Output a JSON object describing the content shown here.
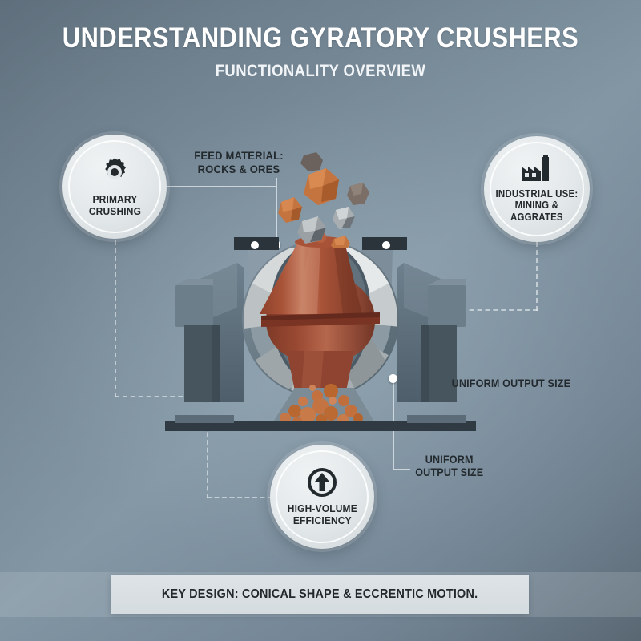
{
  "header": {
    "title": "UNDERSTANDING GYRATORY CRUSHERS",
    "subtitle": "FUNCTIONALITY OVERVIEW"
  },
  "badges": [
    {
      "id": "primary-crushing",
      "icon": "gear-icon",
      "label": "PRIMARY\nCRUSHING"
    },
    {
      "id": "industrial-use",
      "icon": "factory-icon",
      "label": "INDUSTRIAL USE:\nMINING &\nAGGRATES"
    },
    {
      "id": "high-volume-efficiency",
      "icon": "arrow-up-circle-icon",
      "label": "HIGH-VOLUME\nEFFICIENCY"
    }
  ],
  "callouts": [
    {
      "id": "feed-material",
      "text": "FEED MATERIAL:\nROCKS & ORES"
    },
    {
      "id": "uniform-output-right",
      "text": "UNIFORM OUTPUT SIZE"
    },
    {
      "id": "uniform-output-bottom",
      "text": "UNIFORM\nOUTPUT SIZE"
    }
  ],
  "footer": {
    "text": "KEY DESIGN: CONICAL SHAPE & ECCRENTIC MOTION."
  },
  "diagram": {
    "name": "gyratory-crusher-cutaway",
    "parts": [
      "falling-feed-rocks",
      "crusher-frame",
      "crushing-chamber",
      "conical-mantle",
      "output-ore-pile",
      "base-plate"
    ]
  },
  "colors": {
    "background_dark": "#5d6d7a",
    "background_light": "#8195a3",
    "badge_fill": "#e2e7e9",
    "text_dark": "#232a2e",
    "text_light": "#ffffff",
    "mantle_rust": "#9d4b33",
    "mantle_highlight": "#c07a63",
    "ore_orange": "#c4703f",
    "frame_gray": "#5e6f7c",
    "frame_light": "#c9ced1",
    "base_dark": "#2f3a42"
  }
}
